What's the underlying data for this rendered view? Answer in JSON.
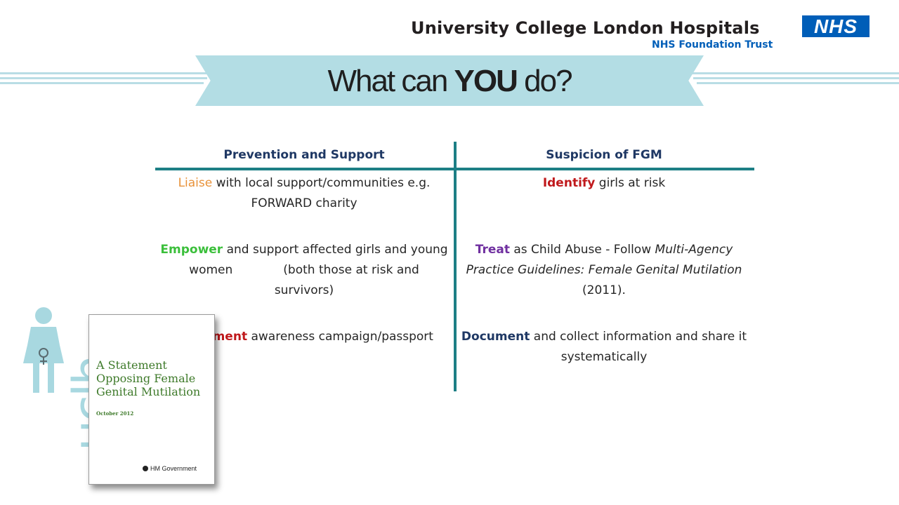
{
  "header": {
    "org_name": "University College London Hospitals",
    "org_sub": "NHS Foundation Trust",
    "nhs_logo": "NHS"
  },
  "banner": {
    "title_part1": "What can ",
    "title_bold": "YOU",
    "title_part2": " do?"
  },
  "table": {
    "headers": [
      "Prevention and Support",
      "Suspicion of FGM"
    ],
    "left": {
      "row1": {
        "keyword": "Liaise",
        "text": " with local support/communities e.g. FORWARD charity"
      },
      "row2": {
        "keyword": "Empower",
        "text_a": " and support affected girls and young women",
        "text_b": "(both those at risk and survivors)"
      },
      "row3": {
        "keyword": "Implement",
        "text": " awareness campaign/passport"
      }
    },
    "right": {
      "row1": {
        "keyword": "Identify",
        "text": " girls at risk"
      },
      "row2": {
        "keyword": "Treat",
        "text": " as Child Abuse - Follow ",
        "italic": "Multi-Agency Practice Guidelines: Female Genital Mutilation",
        "text_end": " (2011)."
      },
      "row3": {
        "keyword": "Document",
        "text": " and collect information and share it systematically"
      }
    }
  },
  "book": {
    "title": "A Statement Opposing Female Genital Mutilation",
    "date": "October 2012",
    "publisher": "HM Government"
  },
  "logo": {
    "text": "uclh",
    "icon": "female-figure-icon"
  },
  "colors": {
    "banner": "#b3dde4",
    "rule": "#1d7f85",
    "header_text": "#1f3864",
    "liaise": "#e8923a",
    "empower": "#3bbf3b",
    "implement": "#c0191c",
    "identify": "#c0191c",
    "treat": "#7030a0",
    "document": "#1f3864"
  }
}
